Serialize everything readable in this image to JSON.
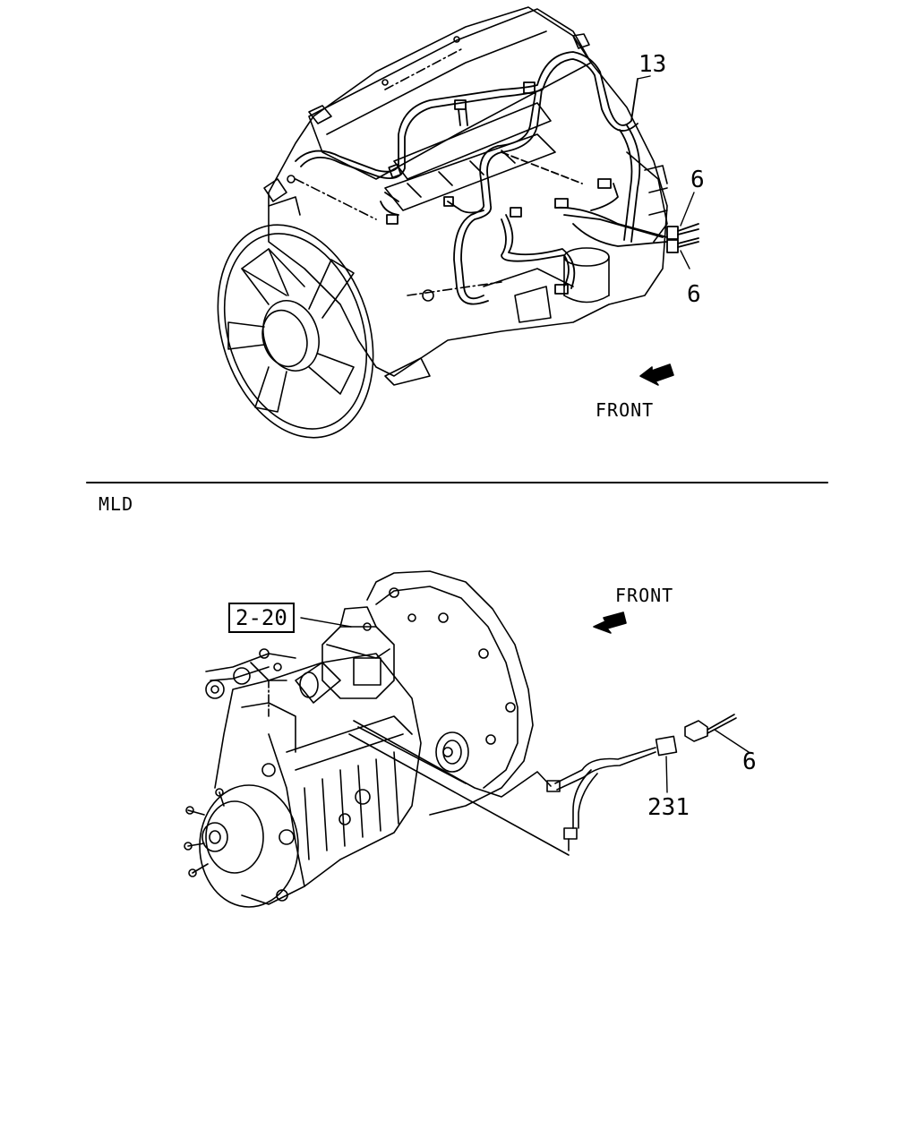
{
  "top_view": {
    "callouts": [
      "13",
      "6",
      "6"
    ],
    "direction_label": "FRONT"
  },
  "section_label": "MLD",
  "bottom_view": {
    "reference_box": "2-20",
    "direction_label": "FRONT",
    "callouts": [
      "6",
      "231"
    ]
  },
  "colors": {
    "line": "#000000",
    "background": "#ffffff"
  }
}
